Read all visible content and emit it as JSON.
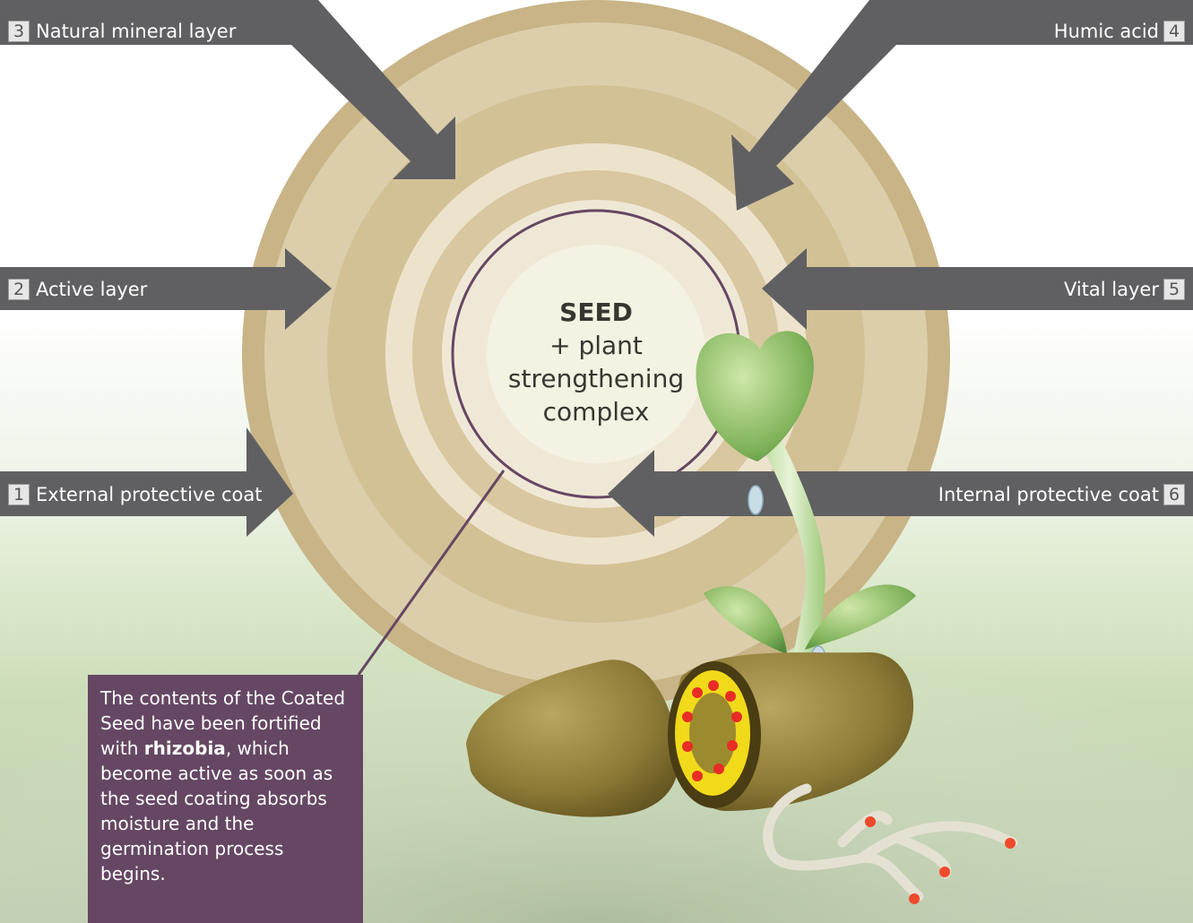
{
  "center": {
    "title": "SEED",
    "line1": "+ plant",
    "line2": "strengthening",
    "line3": "complex"
  },
  "labels": [
    {
      "number": "1",
      "text": "External protective coat"
    },
    {
      "number": "2",
      "text": "Active layer"
    },
    {
      "number": "3",
      "text": "Natural mineral layer"
    },
    {
      "number": "4",
      "text": "Humic acid"
    },
    {
      "number": "5",
      "text": "Vital layer"
    },
    {
      "number": "6",
      "text": "Internal protective coat"
    }
  ],
  "note": {
    "before": "The contents of the Coated Seed have been fortified with ",
    "bold": "rhizobia",
    "after": ", which become active as soon as the seed coating absorbs moisture and the germination process begins."
  },
  "colors": {
    "outer_ring": "#c8b486",
    "light_ring": "#dcceab",
    "mid_ring": "#d3c196",
    "pale_ring": "#ede3cd",
    "inner_ring": "#d8c79f",
    "core_band": "#f0e8d6",
    "core": "#f4f2e2",
    "arrow": "#606062",
    "note_box": "#654763",
    "pointer_line": "#654763"
  }
}
